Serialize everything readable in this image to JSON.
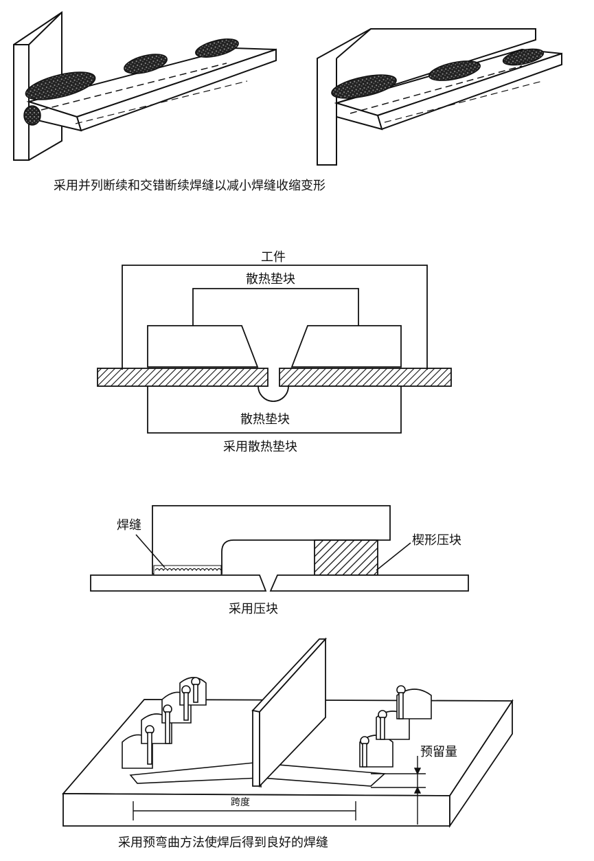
{
  "panel1": {
    "caption": "采用并列断续和交错断续焊缝以减小焊缝收缩变形"
  },
  "panel2": {
    "label_workpiece": "工件",
    "label_top_block": "散热垫块",
    "label_bottom_block": "散热垫块",
    "caption": "采用散热垫块"
  },
  "panel3": {
    "label_weld": "焊缝",
    "label_wedge": "楔形压块",
    "caption": "采用压块"
  },
  "panel4": {
    "label_preset": "预留量",
    "label_span": "跨度",
    "caption": "采用预弯曲方法使焊后得到良好的焊缝"
  }
}
